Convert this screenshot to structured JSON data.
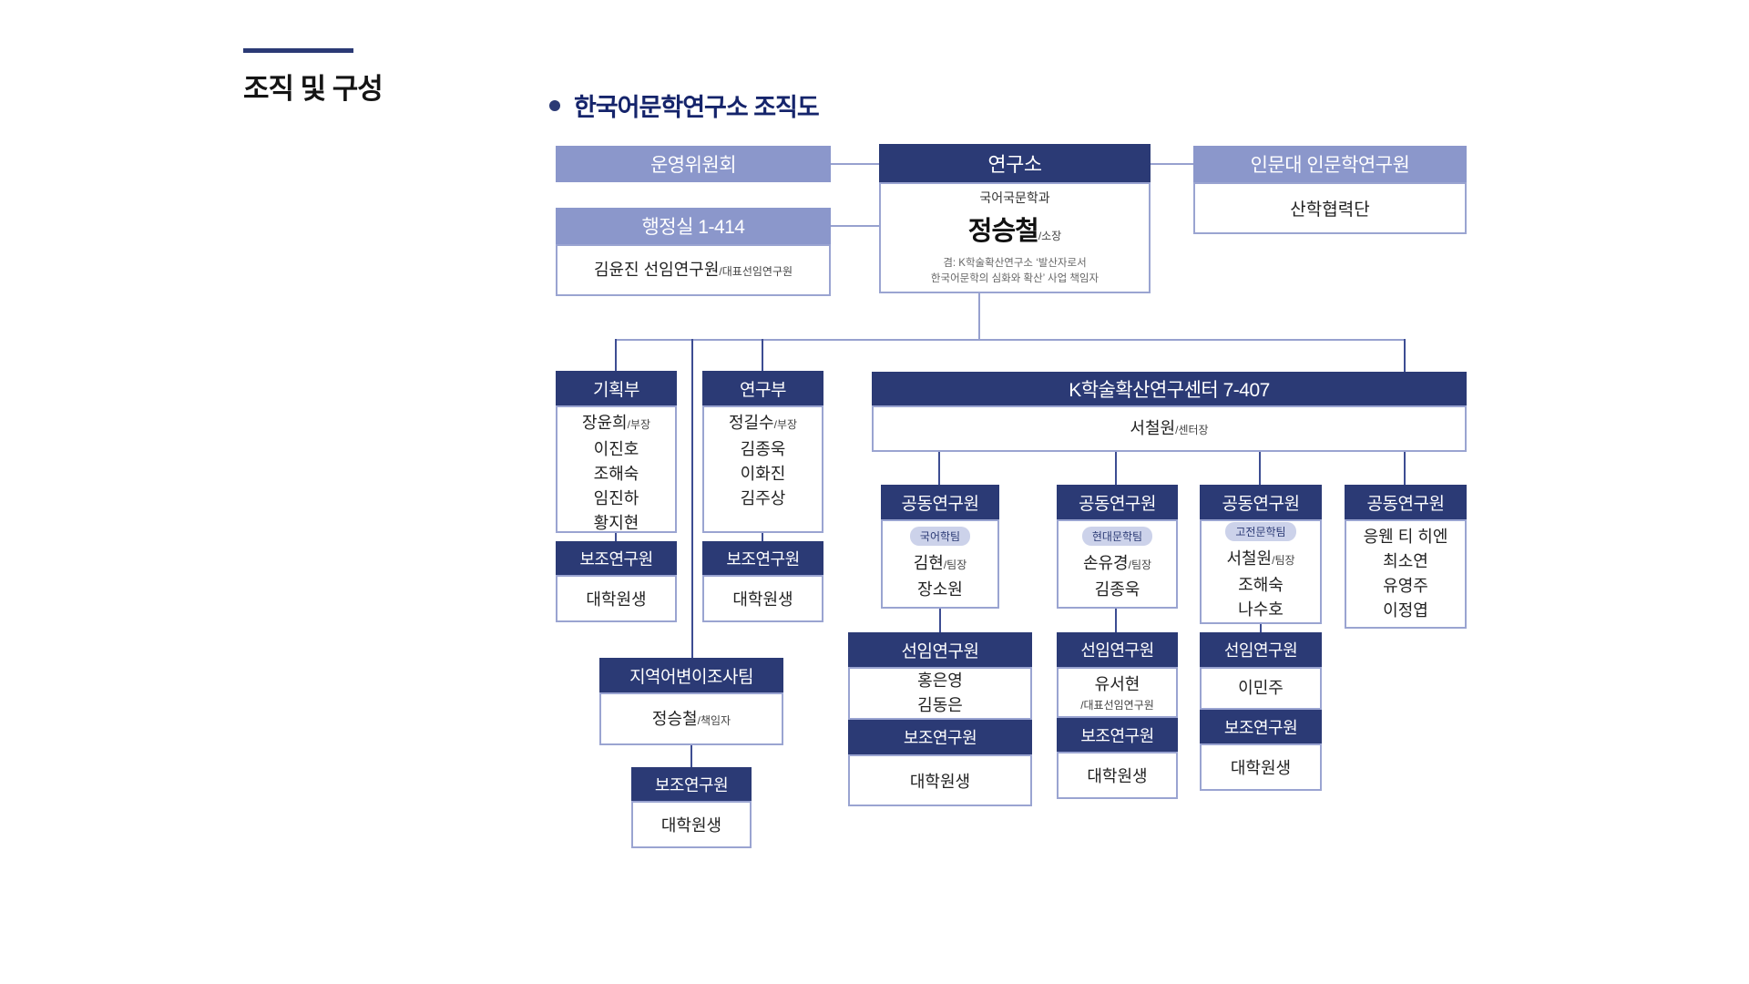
{
  "page": {
    "section_title": "조직 및 구성",
    "chart_title": "한국어문학연구소 조직도"
  },
  "colors": {
    "navy": "#2b3a75",
    "periwinkle": "#8b97cb",
    "line_light": "#97a1cf",
    "line_dark": "#3d4d92",
    "pill_bg": "#ccd2ea"
  },
  "org": {
    "steering_committee": {
      "title": "운영위원회"
    },
    "admin_office": {
      "title": "행정실 1-414",
      "member": "김윤진 선임연구원",
      "member_suffix": "/대표선임연구원"
    },
    "institute": {
      "title": "연구소",
      "department": "국어국문학과",
      "director": "정승철",
      "director_suffix": "/소장",
      "note_line1": "겸: K학술확산연구소 ‘발산자로서",
      "note_line2": "한국어문학의 심화와 확산’ 사업 책임자"
    },
    "humanities_institute": {
      "title": "인문대 인문학연구원",
      "sub": "산학협력단"
    },
    "planning_dept": {
      "title": "기획부",
      "members": [
        {
          "name": "장윤희",
          "suffix": "/부장"
        },
        "이진호",
        "조해숙",
        "임진하",
        "황지현"
      ],
      "assistant_title": "보조연구원",
      "assistant": "대학원생"
    },
    "research_dept": {
      "title": "연구부",
      "members": [
        {
          "name": "정길수",
          "suffix": "/부장"
        },
        "김종욱",
        "이화진",
        "김주상"
      ],
      "assistant_title": "보조연구원",
      "assistant": "대학원생"
    },
    "dialect_team": {
      "title": "지역어변이조사팀",
      "lead": "정승철",
      "lead_suffix": "/책임자",
      "assistant_title": "보조연구원",
      "assistant": "대학원생"
    },
    "k_center": {
      "title": "K학술확산연구센터 7-407",
      "head": "서철원",
      "head_suffix": "/센터장",
      "groups": [
        {
          "role": "공동연구원",
          "team": "국어학팀",
          "members": [
            {
              "name": "김현",
              "suffix": "/팀장"
            },
            "장소원"
          ],
          "senior_title": "선임연구원",
          "senior_members": [
            "홍은영",
            "김동은"
          ],
          "assistant_title": "보조연구원",
          "assistant": "대학원생"
        },
        {
          "role": "공동연구원",
          "team": "현대문학팀",
          "members": [
            {
              "name": "손유경",
              "suffix": "/팀장"
            },
            "김종욱"
          ],
          "senior_title": "선임연구원",
          "senior_members": [
            "유서현"
          ],
          "senior_note": "/대표선임연구원",
          "assistant_title": "보조연구원",
          "assistant": "대학원생"
        },
        {
          "role": "공동연구원",
          "team": "고전문학팀",
          "members": [
            {
              "name": "서철원",
              "suffix": "/팀장"
            },
            "조해숙",
            "나수호"
          ],
          "senior_title": "선임연구원",
          "senior_members": [
            "이민주"
          ],
          "assistant_title": "보조연구원",
          "assistant": "대학원생"
        },
        {
          "role": "공동연구원",
          "members": [
            "응웬 티 히엔",
            "최소연",
            "유영주",
            "이정엽"
          ]
        }
      ]
    }
  }
}
